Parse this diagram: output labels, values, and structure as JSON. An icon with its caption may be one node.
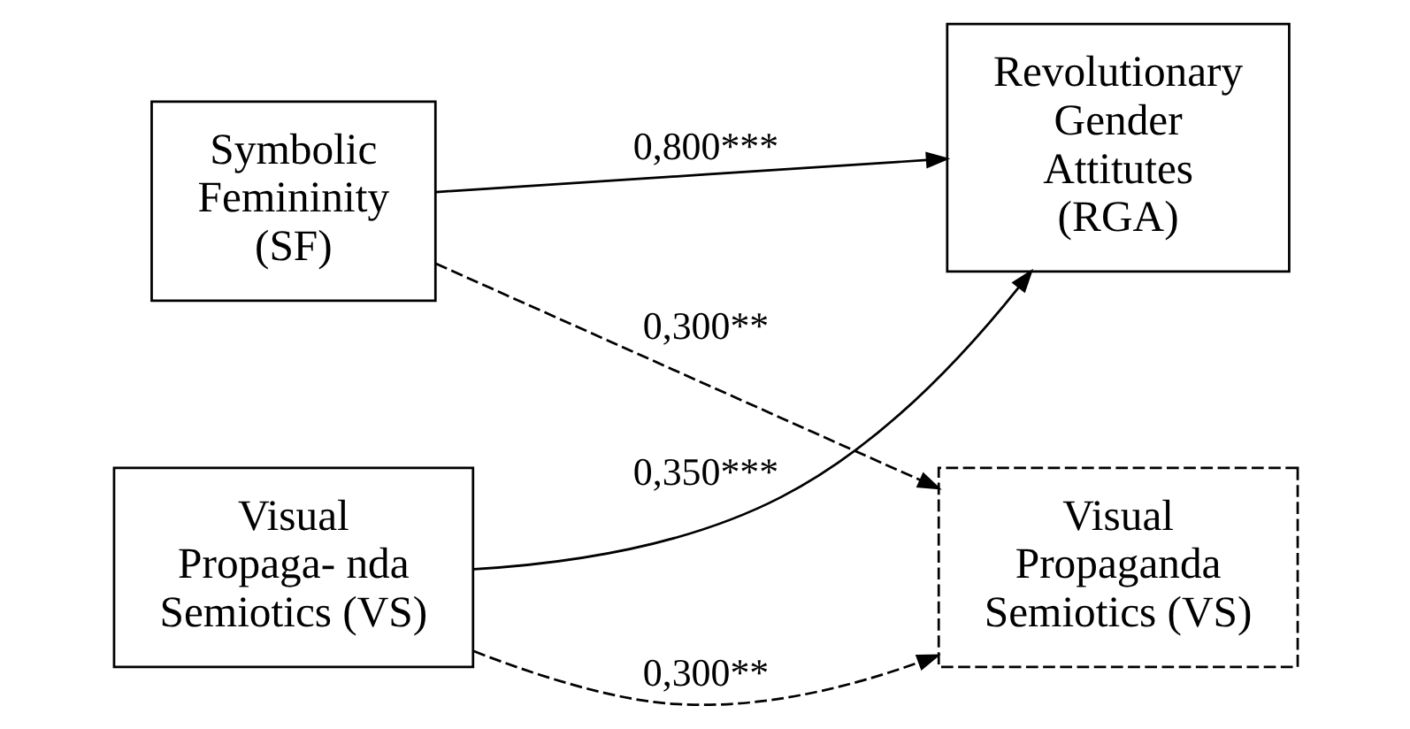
{
  "diagram": {
    "nodes": [
      {
        "text": [
          "Symbolic Femininity (SF)"
        ]
      },
      {
        "text": [
          "Visual Propaga- nda Semiotics (VS)"
        ]
      },
      {
        "text": [
          "Revolutionary Gender Attitutes (RGA)"
        ]
      },
      {
        "text": [
          "Visual Propaganda Semiotics (VS)"
        ]
      }
    ],
    "edges": [
      {
        "from": 0,
        "to": 2,
        "arrow": "to",
        "label": "0,800***"
      },
      {
        "from": 1,
        "to": 2,
        "arrow": "to",
        "label": "0,350***"
      },
      {
        "from": 0,
        "to": 3,
        "arrow": "to",
        "label": "0,300**",
        "style": "dashed"
      },
      {
        "from": 1,
        "to": 3,
        "arrow": "to",
        "label": "0,300**",
        "style": "dashed"
      }
    ]
  }
}
